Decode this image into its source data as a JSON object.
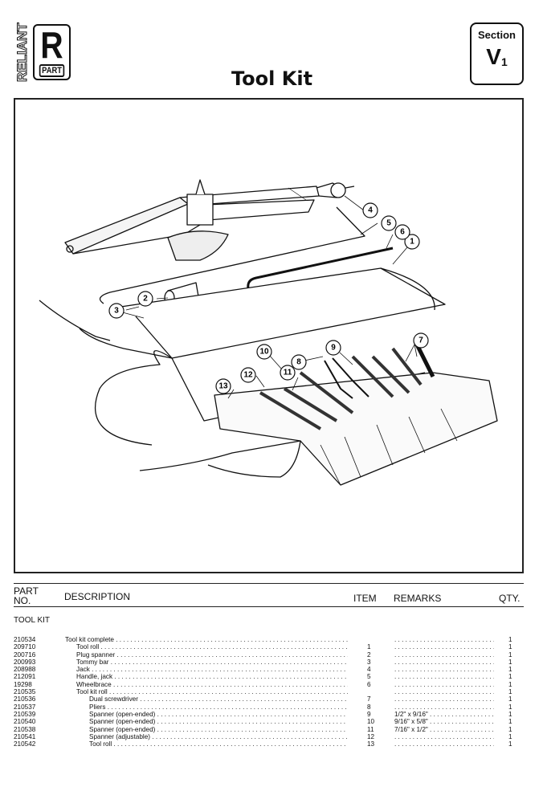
{
  "header": {
    "logo_brand": "RELIANT",
    "logo_letter": "R",
    "logo_badge": "PART",
    "title": "Tool Kit",
    "section_label": "Section",
    "section_value": "V",
    "section_sub": "1"
  },
  "figure": {
    "callouts": [
      "1",
      "2",
      "3",
      "4",
      "5",
      "6",
      "7",
      "8",
      "9",
      "10",
      "11",
      "12",
      "13"
    ]
  },
  "table": {
    "headers": {
      "part_no_line1": "PART",
      "part_no_line2": "NO.",
      "description": "DESCRIPTION",
      "item": "ITEM",
      "remarks": "REMARKS",
      "qty": "QTY."
    },
    "group": "TOOL KIT",
    "rows": [
      {
        "part_no": "210534",
        "description": "Tool kit complete",
        "indent": 0,
        "item": "",
        "remarks": "",
        "qty": "1"
      },
      {
        "part_no": "209710",
        "description": "Tool roll",
        "indent": 1,
        "item": "1",
        "remarks": "",
        "qty": "1"
      },
      {
        "part_no": "200716",
        "description": "Plug spanner",
        "indent": 1,
        "item": "2",
        "remarks": "",
        "qty": "1"
      },
      {
        "part_no": "200993",
        "description": "Tommy bar",
        "indent": 1,
        "item": "3",
        "remarks": "",
        "qty": "1"
      },
      {
        "part_no": "208988",
        "description": "Jack",
        "indent": 1,
        "item": "4",
        "remarks": "",
        "qty": "1"
      },
      {
        "part_no": "212091",
        "description": "Handle, jack",
        "indent": 1,
        "item": "5",
        "remarks": "",
        "qty": "1"
      },
      {
        "part_no": "19298",
        "description": "Wheelbrace",
        "indent": 1,
        "item": "6",
        "remarks": "",
        "qty": "1"
      },
      {
        "part_no": "210535",
        "description": "Tool kit roll",
        "indent": 1,
        "item": "",
        "remarks": "",
        "qty": "1"
      },
      {
        "part_no": "210536",
        "description": "Dual screwdriver",
        "indent": 2,
        "item": "7",
        "remarks": "",
        "qty": "1"
      },
      {
        "part_no": "210537",
        "description": "Pliers",
        "indent": 2,
        "item": "8",
        "remarks": "",
        "qty": "1"
      },
      {
        "part_no": "210539",
        "description": "Spanner (open-ended)",
        "indent": 2,
        "item": "9",
        "remarks": "1/2\" x 9/16\"",
        "qty": "1"
      },
      {
        "part_no": "210540",
        "description": "Spanner (open-ended)",
        "indent": 2,
        "item": "10",
        "remarks": "9/16\" x 5/8\"",
        "qty": "1"
      },
      {
        "part_no": "210538",
        "description": "Spanner (open-ended)",
        "indent": 2,
        "item": "11",
        "remarks": "7/16\" x 1/2\"",
        "qty": "1"
      },
      {
        "part_no": "210541",
        "description": "Spanner (adjustable)",
        "indent": 2,
        "item": "12",
        "remarks": "",
        "qty": "1"
      },
      {
        "part_no": "210542",
        "description": "Tool roll",
        "indent": 2,
        "item": "13",
        "remarks": "",
        "qty": "1"
      }
    ]
  }
}
